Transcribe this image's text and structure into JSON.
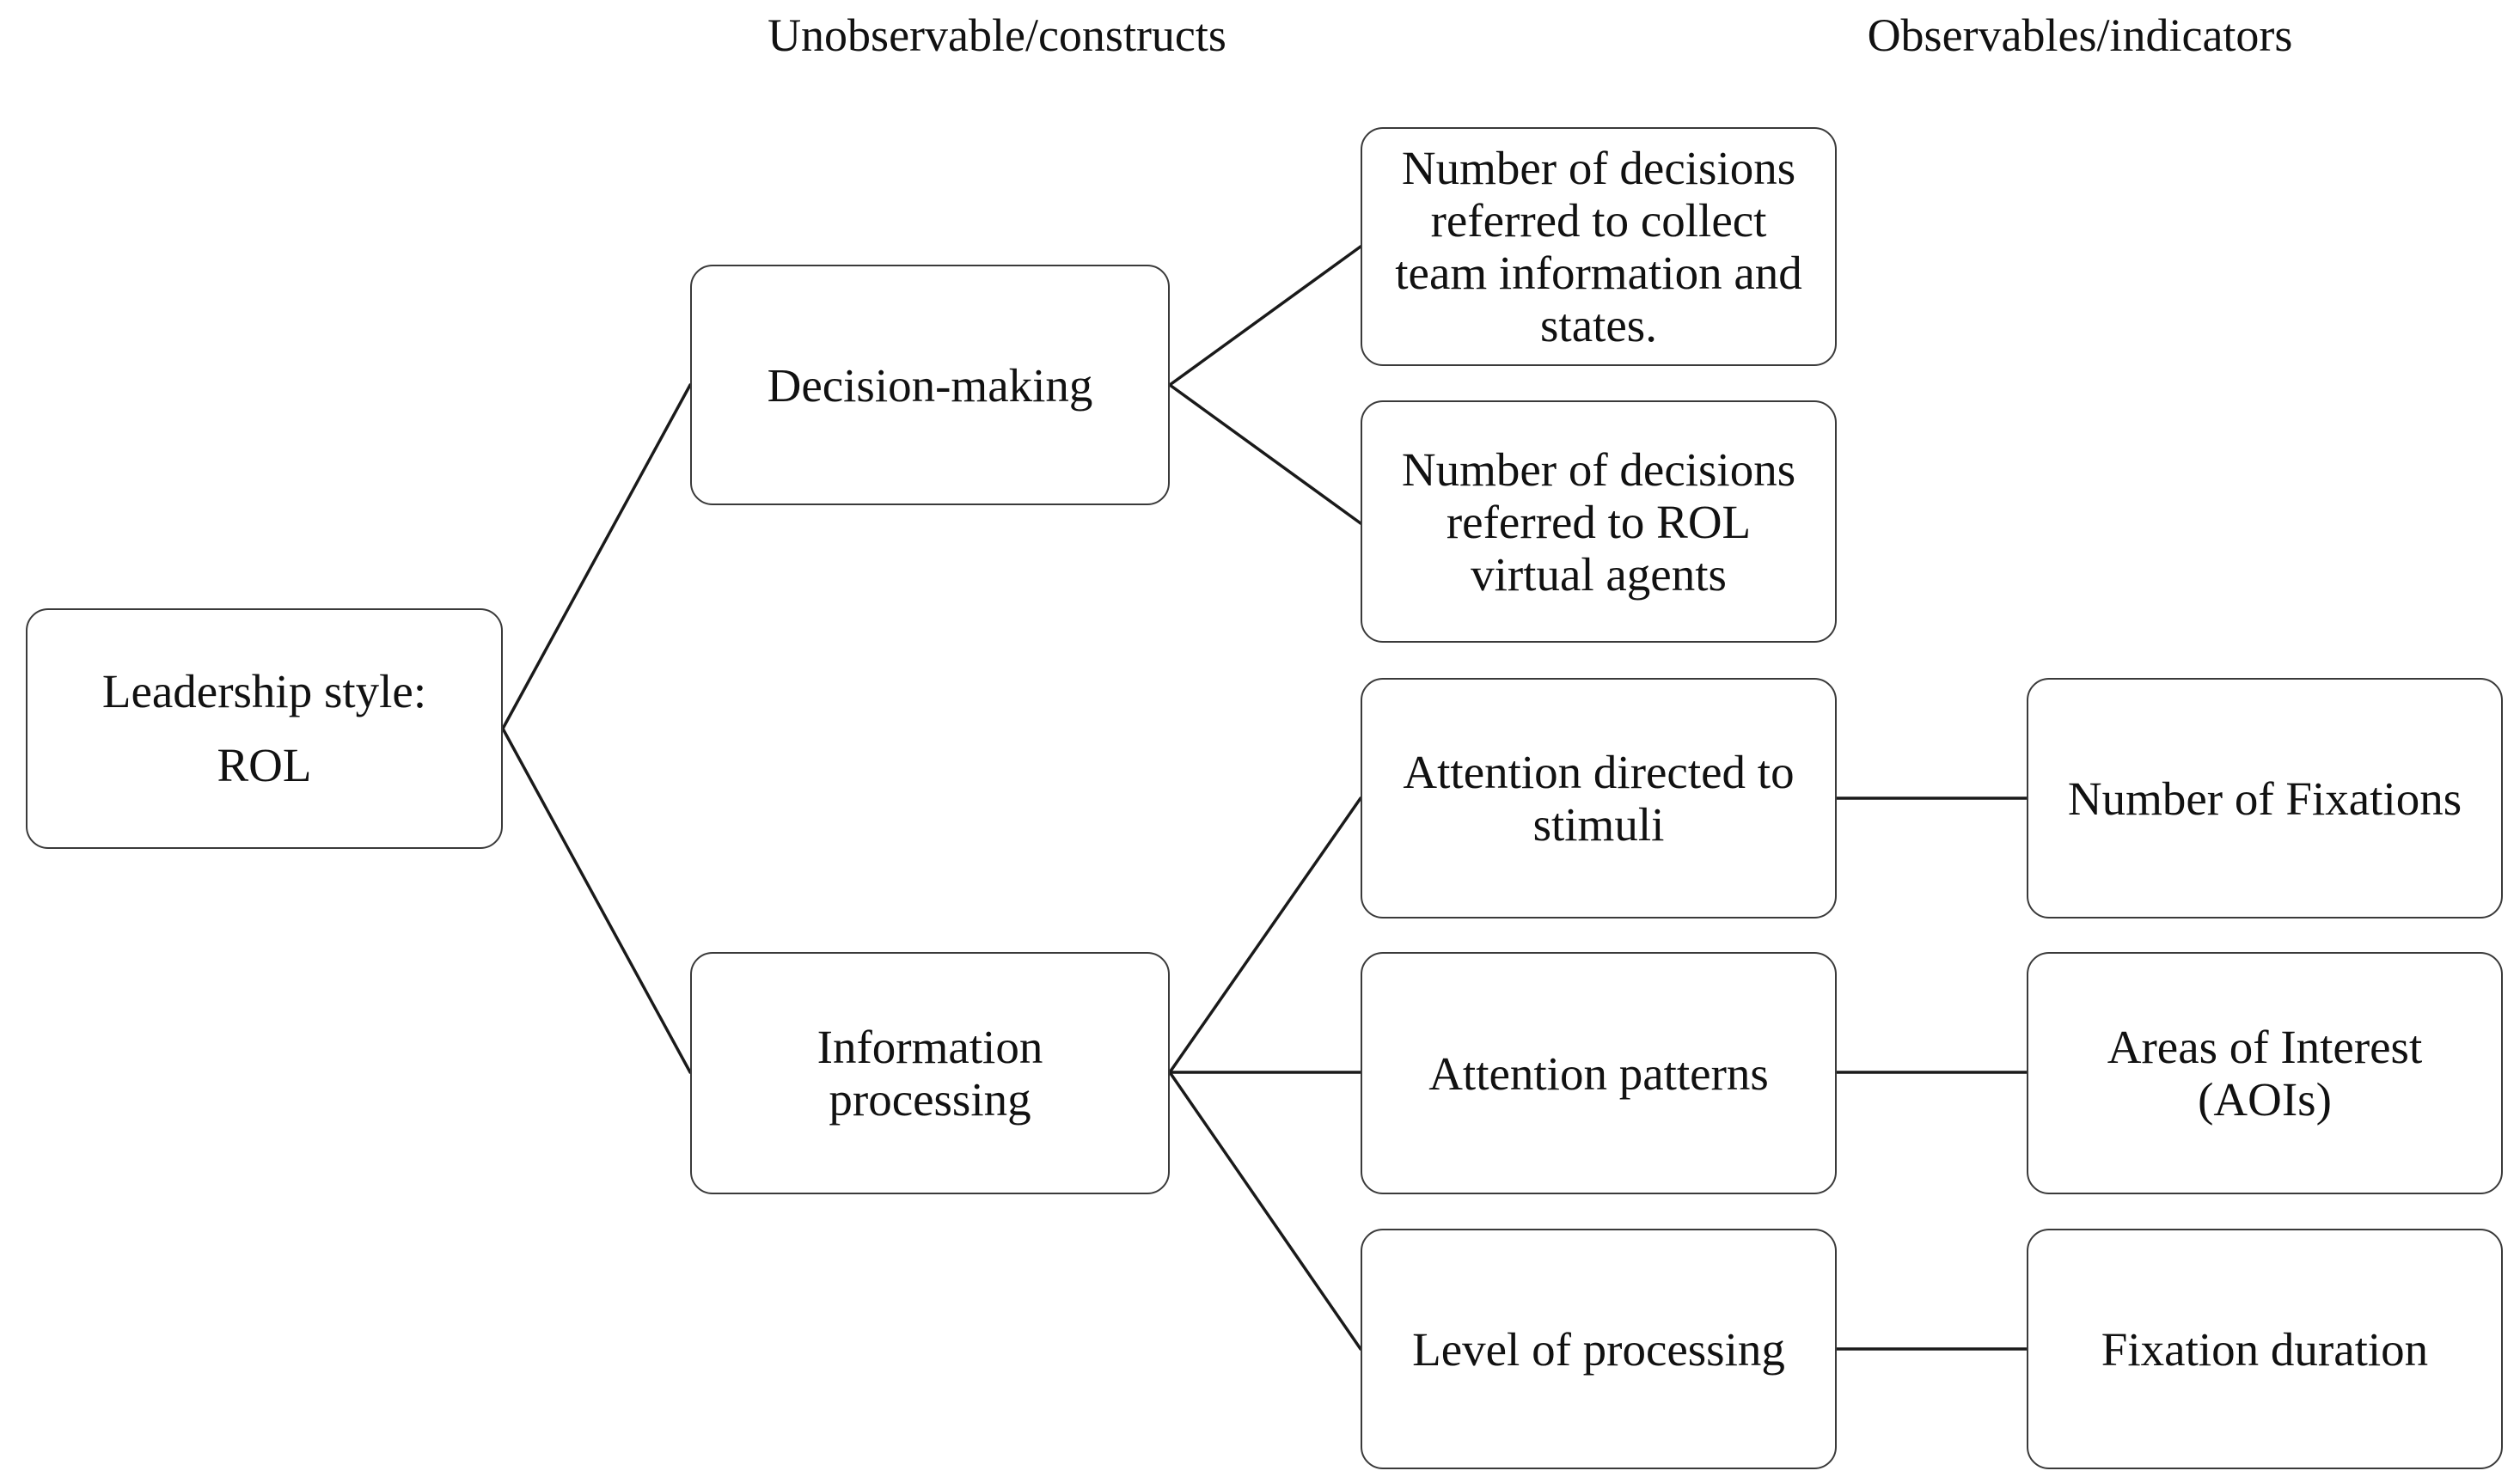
{
  "headers": {
    "constructs": "Unobservable/constructs",
    "indicators": "Observables/indicators"
  },
  "nodes": {
    "root": {
      "lines": [
        "Leadership style:",
        "ROL"
      ]
    },
    "decision_making": {
      "label": "Decision-making"
    },
    "information_processing": {
      "lines": [
        "Information",
        "processing"
      ]
    },
    "decisions_team_info": {
      "lines": [
        "Number of decisions",
        "referred to collect",
        "team information and",
        "states."
      ]
    },
    "decisions_rol_agents": {
      "lines": [
        "Number of decisions",
        "referred to ROL",
        "virtual agents"
      ]
    },
    "attention_stimuli": {
      "lines": [
        "Attention directed to",
        "stimuli"
      ]
    },
    "attention_patterns": {
      "label": "Attention patterns"
    },
    "level_processing": {
      "label": "Level of processing"
    },
    "num_fixations": {
      "label": "Number of Fixations"
    },
    "aois": {
      "lines": [
        "Areas of Interest",
        "(AOIs)"
      ]
    },
    "fixation_duration": {
      "label": "Fixation duration"
    }
  },
  "colors": {
    "border": "#3a3a3a",
    "line": "#1a1a1a",
    "text": "#111111",
    "background": "#ffffff"
  }
}
